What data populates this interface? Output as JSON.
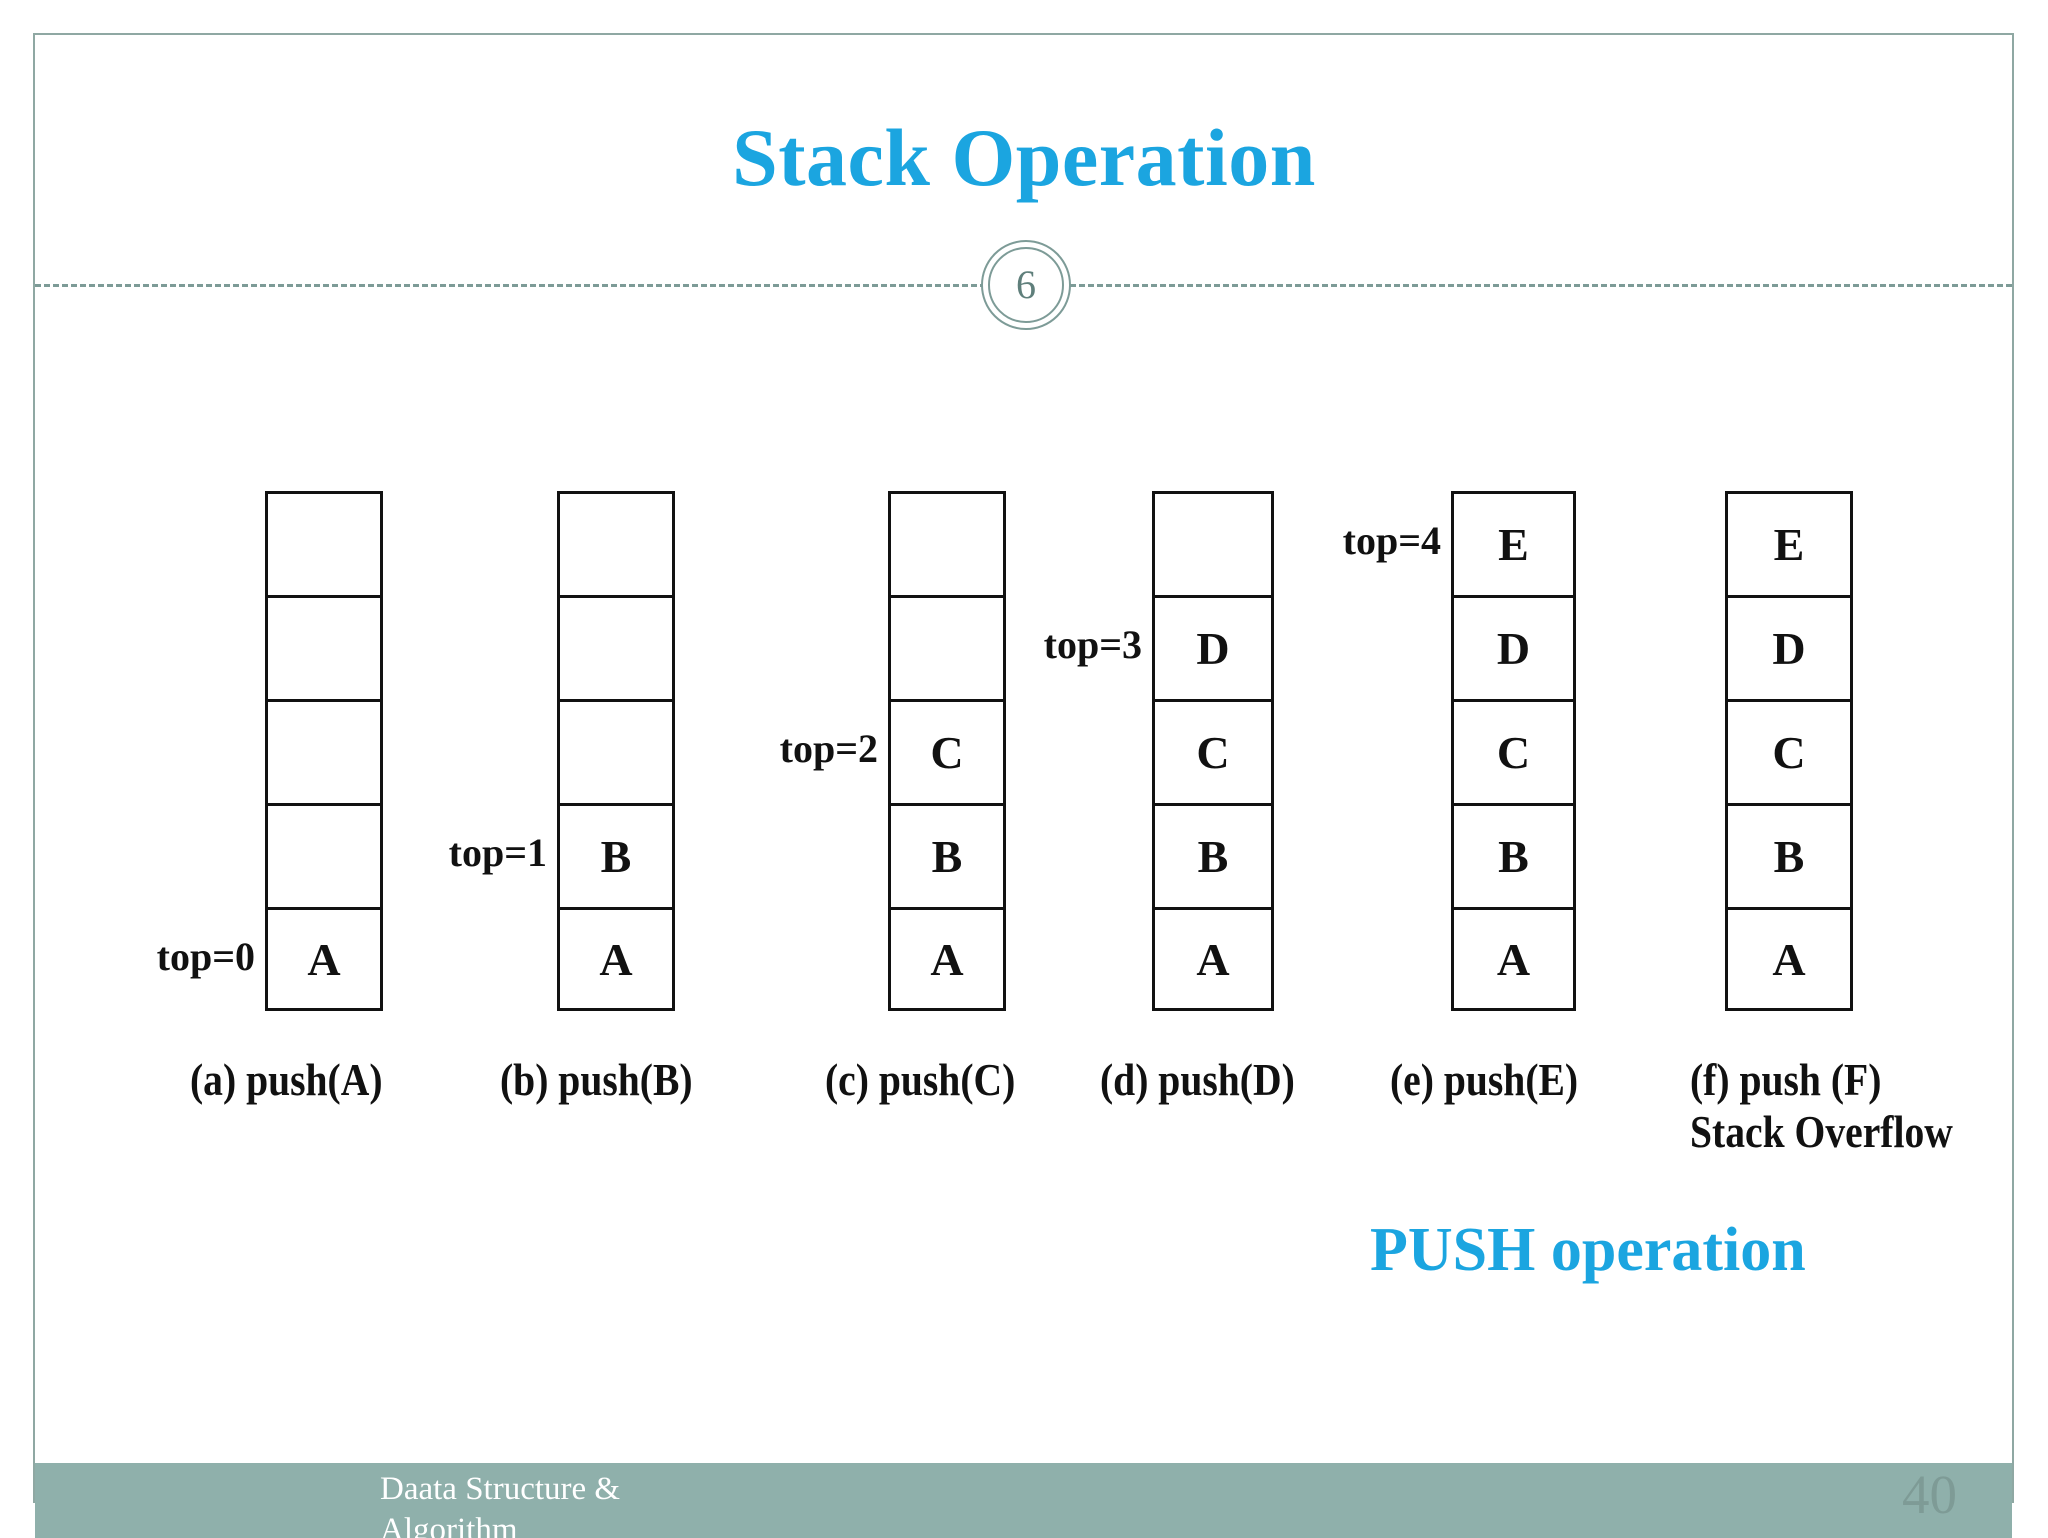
{
  "slide": {
    "title": "Stack Operation",
    "badge_number": "6",
    "push_note": "PUSH operation"
  },
  "footer": {
    "line1": "Daata Structure &",
    "line2": "Algorithm",
    "page_number": "40"
  },
  "diagram": {
    "capacity": 5,
    "stacks": [
      {
        "caption_line1": "(a) push(A)",
        "caption_line2": "",
        "top_label": "top=0",
        "items": [
          "A"
        ]
      },
      {
        "caption_line1": "(b) push(B)",
        "caption_line2": "",
        "top_label": "top=1",
        "items": [
          "B",
          "A"
        ]
      },
      {
        "caption_line1": "(c) push(C)",
        "caption_line2": "",
        "top_label": "top=2",
        "items": [
          "C",
          "B",
          "A"
        ]
      },
      {
        "caption_line1": "(d) push(D)",
        "caption_line2": "",
        "top_label": "top=3",
        "items": [
          "D",
          "C",
          "B",
          "A"
        ]
      },
      {
        "caption_line1": "(e) push(E)",
        "caption_line2": "",
        "top_label": "top=4",
        "items": [
          "E",
          "D",
          "C",
          "B",
          "A"
        ]
      },
      {
        "caption_line1": "(f) push (F)",
        "caption_line2": "Stack Overflow",
        "top_label": "",
        "items": [
          "E",
          "D",
          "C",
          "B",
          "A"
        ]
      }
    ]
  },
  "colors": {
    "accent": "#1ba5e0",
    "frame": "#8fa8a3",
    "footer_bar": "#8fb0ab",
    "ink": "#111111"
  }
}
